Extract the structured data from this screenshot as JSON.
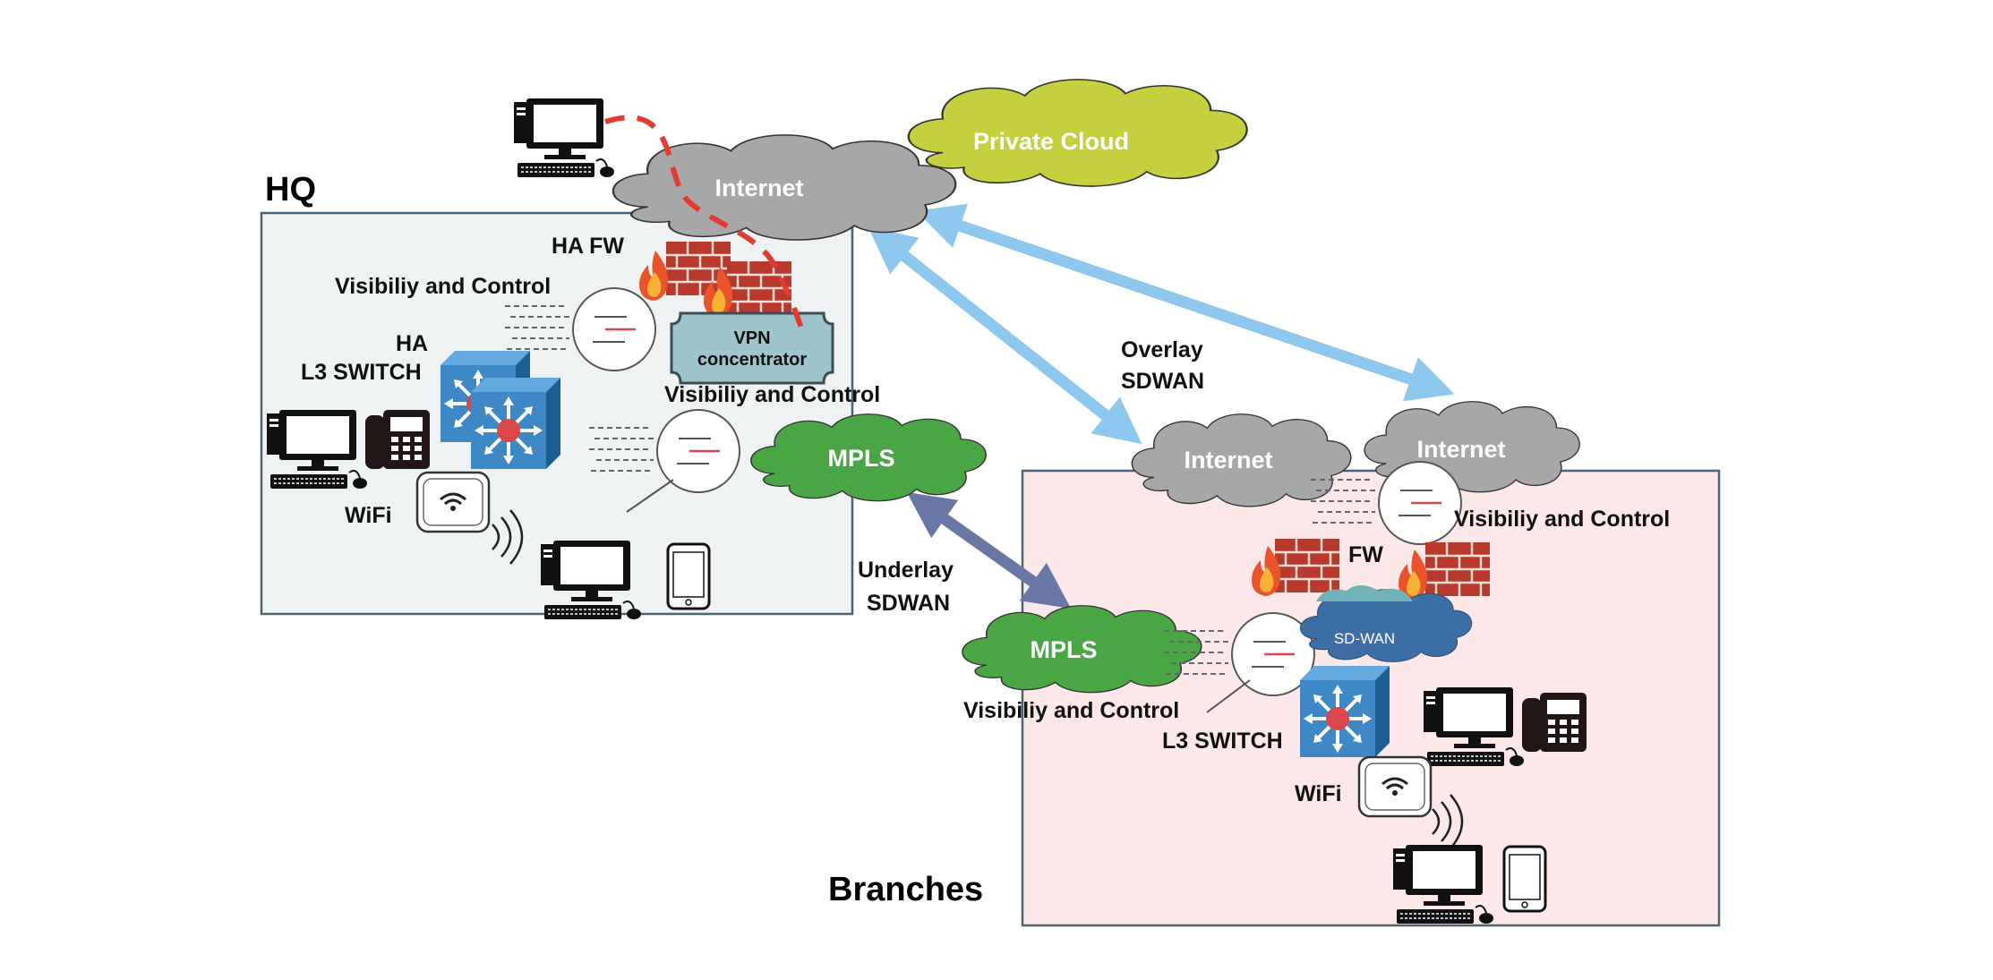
{
  "regions": {
    "hq": "HQ",
    "branches": "Branches"
  },
  "clouds": {
    "hq_internet": "Internet",
    "private_cloud": "Private Cloud",
    "hq_mpls": "MPLS",
    "branch_internet_1": "Internet",
    "branch_internet_2": "Internet",
    "branch_mpls": "MPLS",
    "sdwan": "SD-WAN"
  },
  "hq": {
    "ha_fw": "HA FW",
    "visibility_top": "Visibiliy and Control",
    "ha_l3_switch_line1": "HA",
    "ha_l3_switch_line2": "L3  SWITCH",
    "vpn_line1": "VPN",
    "vpn_line2": "concentrator",
    "visibility_mpls": "Visibiliy and Control",
    "wifi": "WiFi"
  },
  "links": {
    "overlay_line1": "Overlay",
    "overlay_line2": "SDWAN",
    "underlay_line1": "Underlay",
    "underlay_line2": "SDWAN"
  },
  "branch": {
    "visibility_internet": "Visibiliy and Control",
    "fw": "FW",
    "visibility_mpls": "Visibiliy and Control",
    "l3_switch": "L3  SWITCH",
    "wifi": "WiFi"
  },
  "colors": {
    "hq_box": "#eef2f3",
    "branch_box": "#fce8e8",
    "internet_cloud": "#a7a7a9",
    "private_cloud": "#c6cf3e",
    "mpls_cloud": "#4aa645",
    "sdwan_cloud": "#3e6ea6",
    "switch_blue": "#3e88c6",
    "overlay_arrow": "#8fc8ee",
    "underlay_arrow": "#6877a4",
    "vpn_dashed": "#e03c31"
  }
}
